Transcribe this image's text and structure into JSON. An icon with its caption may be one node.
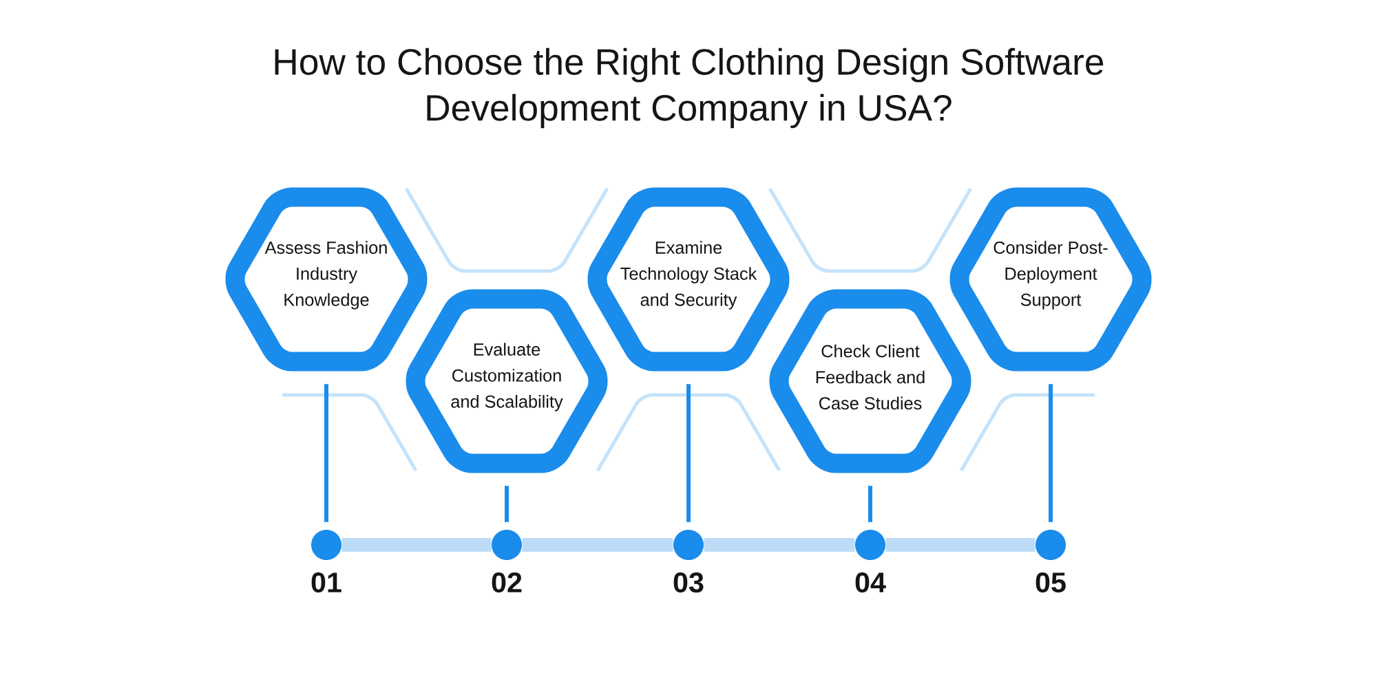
{
  "diagram": {
    "title": "How to Choose the Right Clothing Design Software Development Company in USA?",
    "nodes": [
      {
        "text": [
          "Assess Fashion Industry Knowledge"
        ]
      },
      {
        "text": [
          "Evaluate Customization and Scalability"
        ]
      },
      {
        "text": [
          "Examine Technology Stack and Security"
        ]
      },
      {
        "text": [
          "Check Client Feedback and Case Studies"
        ]
      },
      {
        "text": [
          "Consider Post-Deployment Support"
        ]
      },
      {
        "text": [],
        "shape": "circle",
        "beside": [
          "01"
        ]
      },
      {
        "text": [],
        "shape": "circle",
        "beside": [
          "02"
        ]
      },
      {
        "text": [],
        "shape": "circle",
        "beside": [
          "03"
        ]
      },
      {
        "text": [],
        "shape": "circle",
        "beside": [
          "04"
        ]
      },
      {
        "text": [],
        "shape": "circle",
        "beside": [
          "05"
        ]
      }
    ],
    "edges": [
      {
        "from": 0,
        "to": 5,
        "arrow": "none"
      },
      {
        "from": 1,
        "to": 6,
        "arrow": "none"
      },
      {
        "from": 2,
        "to": 7,
        "arrow": "none"
      },
      {
        "from": 3,
        "to": 8,
        "arrow": "none"
      },
      {
        "from": 4,
        "to": 9,
        "arrow": "none"
      },
      {
        "from": 5,
        "to": 6,
        "arrow": "none",
        "style": "thick",
        "color": "#bcdcf7"
      },
      {
        "from": 6,
        "to": 7,
        "arrow": "none",
        "style": "thick",
        "color": "#bcdcf7"
      },
      {
        "from": 7,
        "to": 8,
        "arrow": "none",
        "style": "thick",
        "color": "#bcdcf7"
      },
      {
        "from": 8,
        "to": 9,
        "arrow": "none",
        "style": "thick",
        "color": "#bcdcf7"
      }
    ]
  }
}
